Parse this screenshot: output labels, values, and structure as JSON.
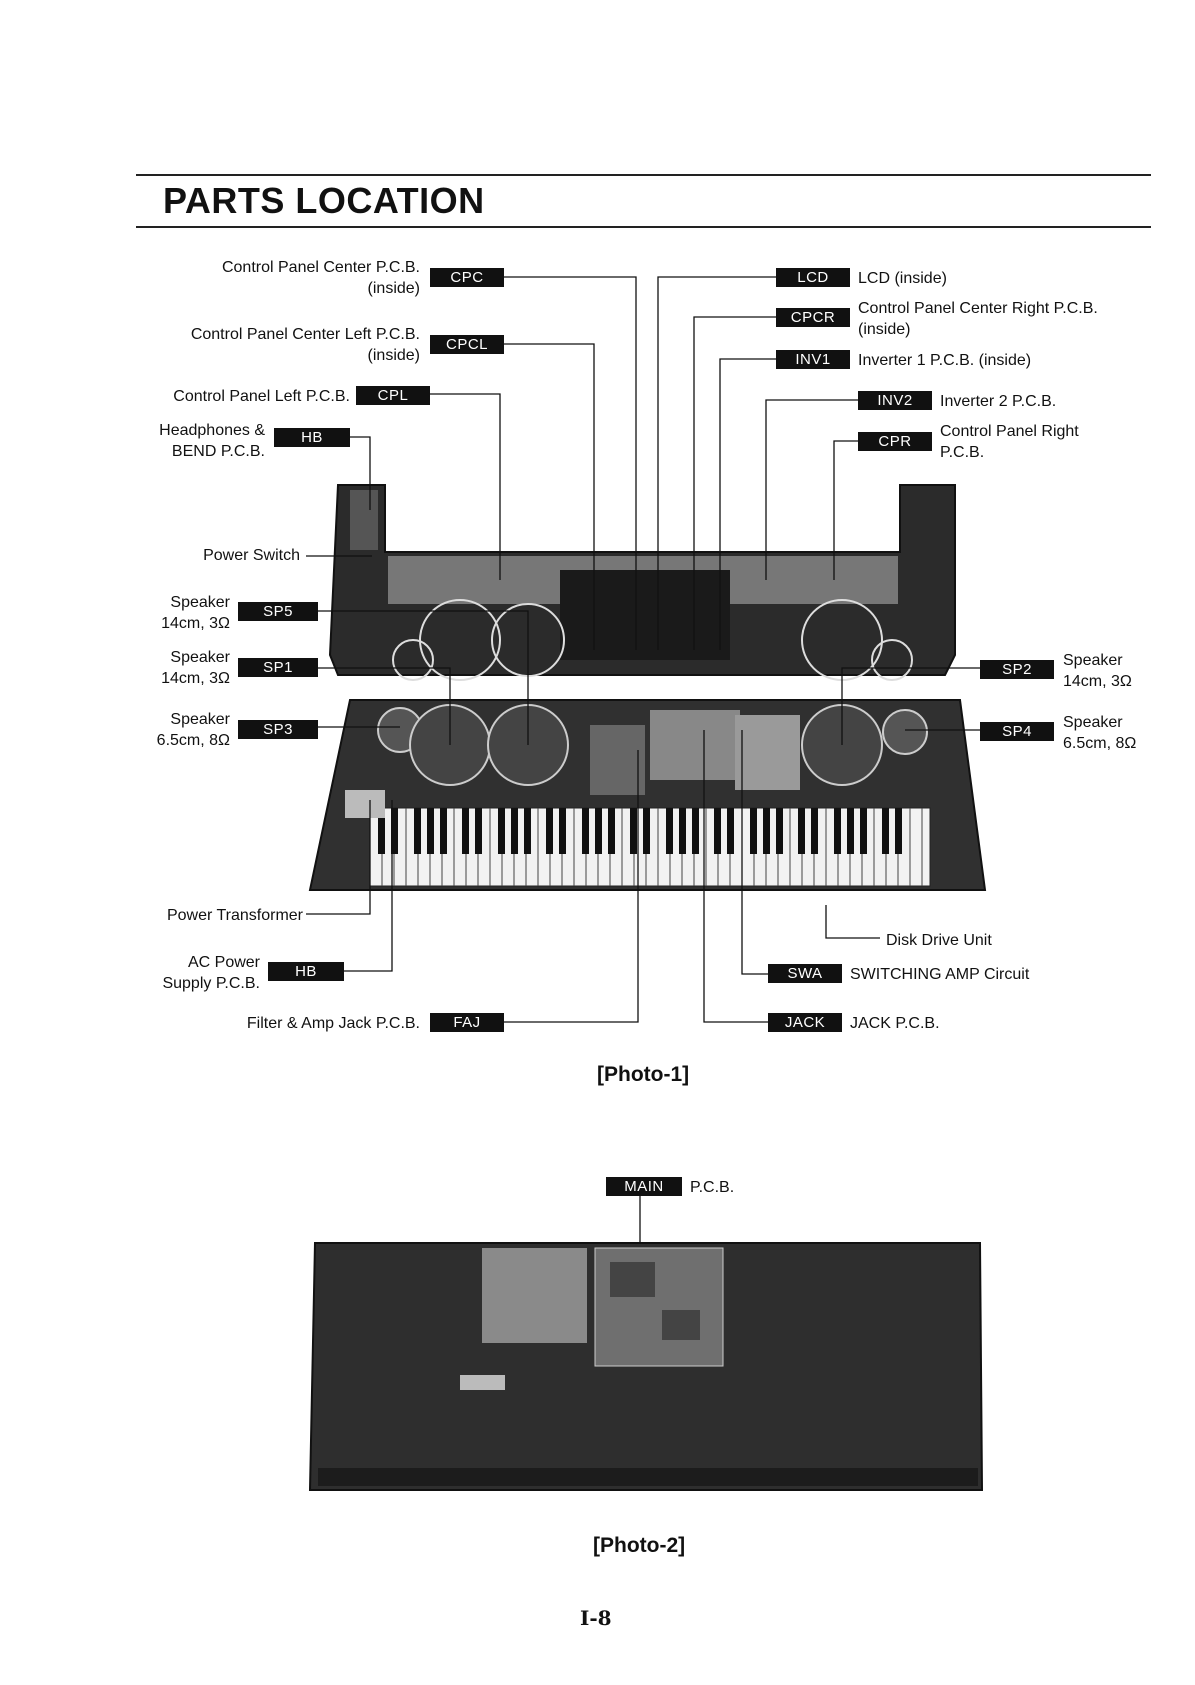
{
  "page": {
    "title": "PARTS LOCATION",
    "page_number": "I-8"
  },
  "photo1": {
    "caption": "[Photo-1]",
    "left_labels": {
      "cpc": {
        "line1": "Control Panel Center P.C.B.",
        "line2": "(inside)",
        "tag": "CPC"
      },
      "cpcl": {
        "line1": "Control Panel Center Left P.C.B.",
        "line2": "(inside)",
        "tag": "CPCL"
      },
      "cpl": {
        "line1": "Control Panel Left P.C.B.",
        "tag": "CPL"
      },
      "hb_top": {
        "line1": "Headphones &",
        "line2": "BEND P.C.B.",
        "tag": "HB"
      },
      "power_switch": {
        "line1": "Power Switch"
      },
      "sp5": {
        "line1": "Speaker",
        "line2": "14cm, 3Ω",
        "tag": "SP5"
      },
      "sp1": {
        "line1": "Speaker",
        "line2": "14cm, 3Ω",
        "tag": "SP1"
      },
      "sp3": {
        "line1": "Speaker",
        "line2": "6.5cm, 8Ω",
        "tag": "SP3"
      },
      "power_transformer": {
        "line1": "Power Transformer"
      },
      "hb_bottom": {
        "line1": "AC Power",
        "line2": "Supply P.C.B.",
        "tag": "HB"
      },
      "faj": {
        "line1": "Filter & Amp Jack P.C.B.",
        "tag": "FAJ"
      }
    },
    "right_labels": {
      "lcd": {
        "tag": "LCD",
        "line1": "LCD (inside)"
      },
      "cpcr": {
        "tag": "CPCR",
        "line1": "Control Panel Center Right P.C.B.",
        "line2": "(inside)"
      },
      "inv1": {
        "tag": "INV1",
        "line1": "Inverter 1 P.C.B. (inside)"
      },
      "inv2": {
        "tag": "INV2",
        "line1": "Inverter 2 P.C.B."
      },
      "cpr": {
        "tag": "CPR",
        "line1": "Control Panel Right",
        "line2": "P.C.B."
      },
      "sp2": {
        "tag": "SP2",
        "line1": "Speaker",
        "line2": "14cm, 3Ω"
      },
      "sp4": {
        "tag": "SP4",
        "line1": "Speaker",
        "line2": "6.5cm, 8Ω"
      },
      "disk": {
        "line1": "Disk Drive Unit"
      },
      "swa": {
        "tag": "SWA",
        "line1": "SWITCHING AMP Circuit"
      },
      "jack": {
        "tag": "JACK",
        "line1": "JACK P.C.B."
      }
    }
  },
  "photo2": {
    "caption": "[Photo-2]",
    "main": {
      "tag": "MAIN",
      "line1": "P.C.B."
    }
  }
}
